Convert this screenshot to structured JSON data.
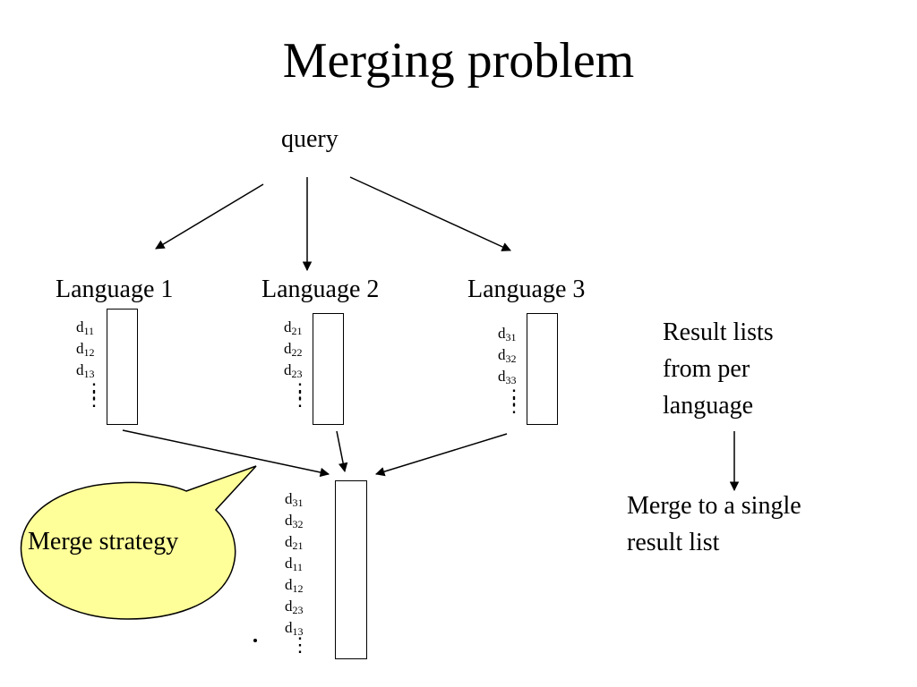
{
  "title": "Merging problem",
  "query": "query",
  "languages": [
    {
      "label": "Language 1",
      "docs": [
        {
          "base": "d",
          "sub": "11"
        },
        {
          "base": "d",
          "sub": "12"
        },
        {
          "base": "d",
          "sub": "13"
        }
      ],
      "dots": "⋮"
    },
    {
      "label": "Language 2",
      "docs": [
        {
          "base": "d",
          "sub": "21"
        },
        {
          "base": "d",
          "sub": "22"
        },
        {
          "base": "d",
          "sub": "23"
        }
      ],
      "dots": "⋮"
    },
    {
      "label": "Language 3",
      "docs": [
        {
          "base": "d",
          "sub": "31"
        },
        {
          "base": "d",
          "sub": "32"
        },
        {
          "base": "d",
          "sub": "33"
        }
      ],
      "dots": "⋮"
    }
  ],
  "merged_list": {
    "docs": [
      {
        "base": "d",
        "sub": "31"
      },
      {
        "base": "d",
        "sub": "32"
      },
      {
        "base": "d",
        "sub": "21"
      },
      {
        "base": "d",
        "sub": "11"
      },
      {
        "base": "d",
        "sub": "12"
      },
      {
        "base": "d",
        "sub": "23"
      },
      {
        "base": "d",
        "sub": "13"
      }
    ],
    "dots": "⋮"
  },
  "result_lists_note": "Result lists from per language",
  "merge_note": "Merge to a single result list",
  "callout": {
    "text": "Merge strategy",
    "fill_color": "#ffff99"
  }
}
